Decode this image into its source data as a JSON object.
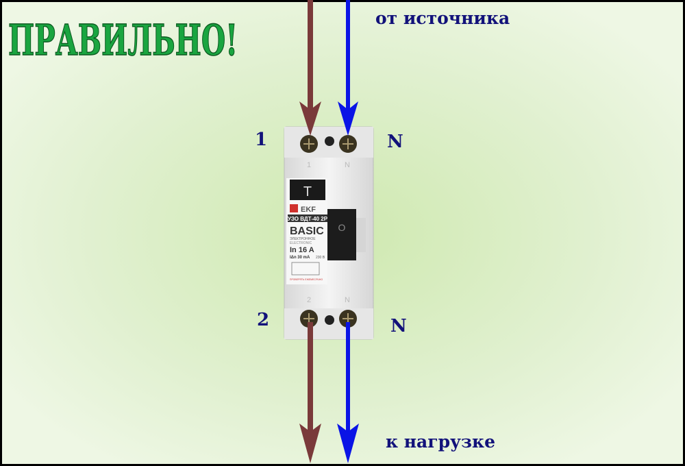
{
  "title": "ПРАВИЛЬНО!",
  "source_label": "от источника",
  "load_label": "к нагрузке",
  "terminals": {
    "top_left": "1",
    "top_right": "N",
    "bottom_left": "2",
    "bottom_right": "N"
  },
  "device": {
    "brand": "EKF",
    "model": "УЗО ВДТ-40 2P",
    "series": "BASIC",
    "type_ru": "ЭЛЕКТРОННОЕ",
    "type_en": "ELECTRONIC",
    "rated_current": "In 16 A",
    "leak_current": "IΔn 30 mA",
    "voltage": "230 В",
    "test_button": "T",
    "switch_label": "O",
    "check_text": "ПРОВЕРЯТЬ ЕЖЕМЕСЯЧНО",
    "term1_mark": "1",
    "termN_mark": "N",
    "term2_mark": "2"
  },
  "colors": {
    "phase": "#7a3a3a",
    "neutral": "#0a14e6",
    "title": "#1aa540",
    "label": "#12127a"
  }
}
